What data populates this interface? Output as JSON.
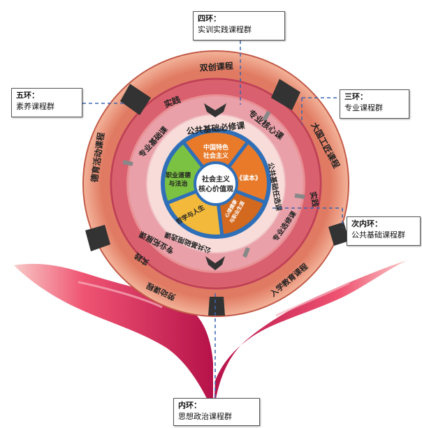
{
  "callouts": {
    "ring4": {
      "title": "四环：",
      "text": "实训实践课程群"
    },
    "ring5": {
      "title": "五环：",
      "text": "素养课程群"
    },
    "ring3": {
      "title": "三环：",
      "text": "专业课程群"
    },
    "ring_second": {
      "title": "次内环：",
      "text": "公共基础课程群"
    },
    "ring_inner": {
      "title": "内环：",
      "text": "思想政治课程群"
    }
  },
  "center": {
    "line1": "社会主义",
    "line2": "核心价值观"
  },
  "inner_segments": {
    "china_socialism": {
      "line1": "中国特色",
      "line2": "社会主义"
    },
    "reader": "《读本》",
    "mental_health": {
      "line1": "心理健康",
      "line2": "与职业生涯"
    },
    "philosophy": "哲学与人生",
    "ethics_law": {
      "line1": "职业道德",
      "line2": "与法治"
    }
  },
  "ring2_labels": {
    "top": "公共基础必修课",
    "right": "公共基础任选课",
    "bottom": "公共基础限选课"
  },
  "ring3_labels": {
    "left": "专业基础课",
    "top": "专业核心课",
    "right": "专业选修课",
    "bottom": "专业拓展课"
  },
  "ring4_labels": {
    "top": "实践",
    "right": "实践",
    "bottom": "实践"
  },
  "ring5_labels": {
    "top": "双创课程",
    "right": "大国工匠课程",
    "right_bottom": "入学教育课程",
    "bottom": "劳动课程",
    "left": "德育活动课程"
  },
  "colors": {
    "outer_ring": "#e9967a",
    "pink_ring": "#e8a0a8",
    "deep_ring": "#c0405a",
    "inner_orange": "#e87a2a",
    "inner_green": "#7cc242",
    "inner_yellow": "#f2b93b",
    "inner_blue": "#2f6fb8",
    "hands_light": "#e8305a",
    "hands_dark": "#b01040"
  }
}
